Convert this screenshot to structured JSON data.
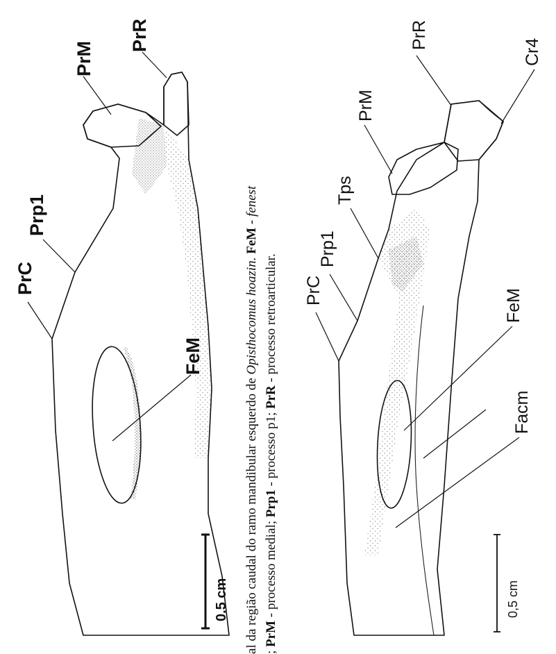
{
  "upper_figure": {
    "labels": {
      "prc": "PrC",
      "prp1": "Prp1",
      "prm": "PrM",
      "prr": "PrR",
      "fem": "FeM"
    },
    "scale_bar": "0.5 cm"
  },
  "lower_figure": {
    "labels": {
      "prc": "PrC",
      "prp1": "Prp1",
      "tps": "Tps",
      "prm": "PrM",
      "prr": "PrR",
      "cr4": "Cr4",
      "fem": "FeM",
      "facm": "Facm"
    },
    "scale_bar": "0,5 cm"
  },
  "caption": {
    "line1_a": "al da região caudal do ramo mandibular esquerdo de ",
    "line1_species": "Opisthocomus hoazin.",
    "line1_b_bold": " FeM",
    "line1_c": " - fenest",
    "line2_a": "; ",
    "line2_prm_bold": "PrM",
    "line2_b": " - processo medial; ",
    "line2_prp1_bold": "Prp1",
    "line2_c": " - processo p1; ",
    "line2_prr_bold": "PrR",
    "line2_d": " - processo retroarticular."
  }
}
